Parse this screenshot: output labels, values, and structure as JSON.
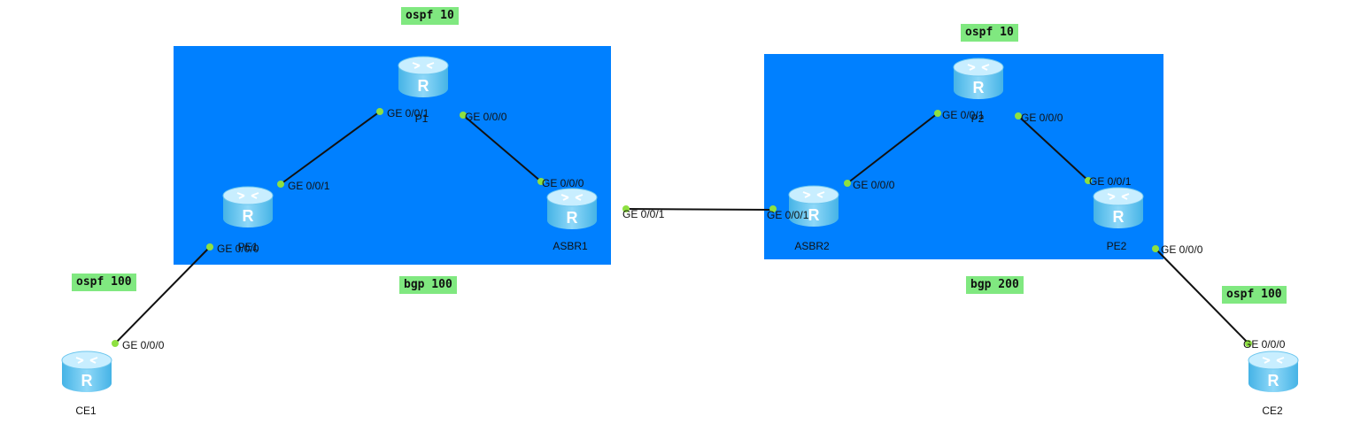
{
  "diagram": {
    "colors": {
      "area": "#0080ff",
      "tag": "#80e880",
      "link": "#111111",
      "port": "#8ee040",
      "router_top": "#c8eeff",
      "router_side": "#5cc2ef"
    },
    "icons": {
      "router": "router-icon",
      "port": "port-dot-icon"
    },
    "tags": {
      "ospf_left": "ospf 10",
      "ospf_right": "ospf 10",
      "ospf_ce1": "ospf 100",
      "ospf_ce2": "ospf 100",
      "bgp_left": "bgp 100",
      "bgp_right": "bgp 200"
    },
    "routers": {
      "p1": {
        "label": "P1"
      },
      "pe1": {
        "label": "PE1"
      },
      "asbr1": {
        "label": "ASBR1"
      },
      "asbr2": {
        "label": "ASBR2"
      },
      "p2": {
        "label": "P2"
      },
      "pe2": {
        "label": "PE2"
      },
      "ce1": {
        "label": "CE1"
      },
      "ce2": {
        "label": "CE2"
      }
    },
    "links": [
      {
        "from": "PE1",
        "to": "P1",
        "from_if": "GE 0/0/1",
        "to_if": "GE 0/0/1"
      },
      {
        "from": "P1",
        "to": "ASBR1",
        "from_if": "GE 0/0/0",
        "to_if": "GE 0/0/0"
      },
      {
        "from": "ASBR1",
        "to": "ASBR2",
        "from_if": "GE 0/0/1",
        "to_if": "GE 0/0/1"
      },
      {
        "from": "ASBR2",
        "to": "P2",
        "from_if": "GE 0/0/0",
        "to_if": "GE 0/0/1"
      },
      {
        "from": "P2",
        "to": "PE2",
        "from_if": "GE 0/0/0",
        "to_if": "GE 0/0/1"
      },
      {
        "from": "PE1",
        "to": "CE1",
        "from_if": "GE 0/0/0",
        "to_if": "GE 0/0/0"
      },
      {
        "from": "PE2",
        "to": "CE2",
        "from_if": "GE 0/0/0",
        "to_if": "GE 0/0/0"
      }
    ]
  }
}
